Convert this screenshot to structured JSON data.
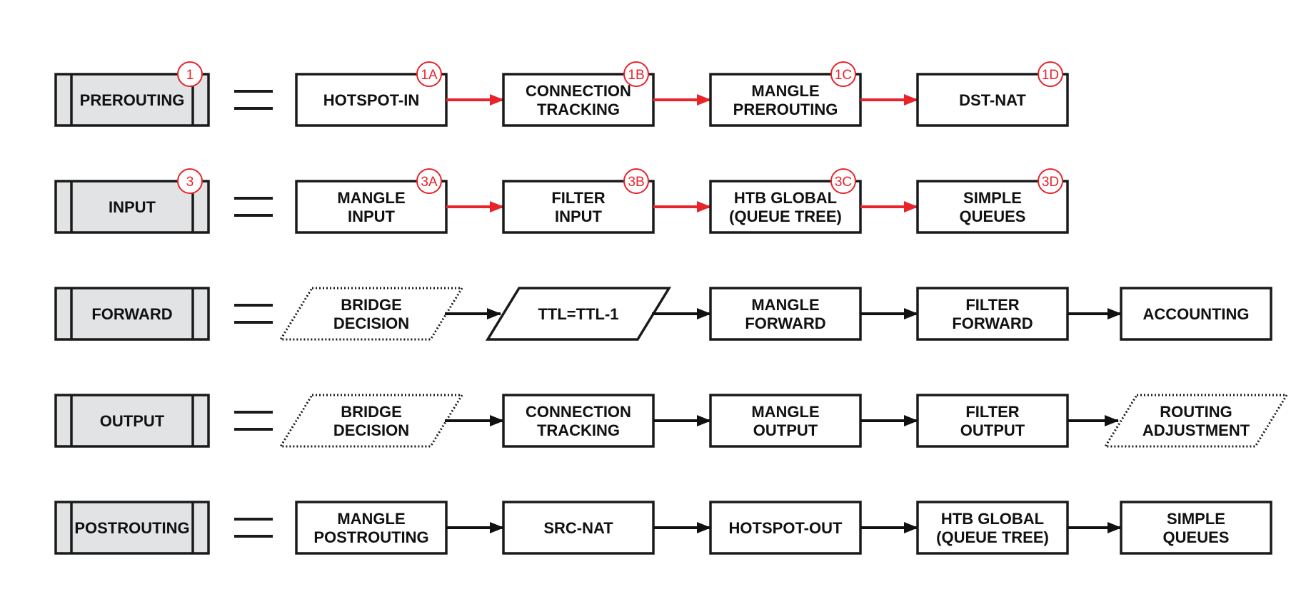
{
  "colors": {
    "stroke": "#1a1a1a",
    "chain_fill": "#e2e3e5",
    "accent": "#e8232a",
    "arrow_dark": "#111111"
  },
  "rows": [
    {
      "chain": {
        "label": "PREROUTING",
        "badge": "1"
      },
      "arrow_color": "accent",
      "steps": [
        {
          "shape": "rect",
          "lines": [
            "HOTSPOT-IN"
          ],
          "badge": "1A"
        },
        {
          "shape": "rect",
          "lines": [
            "CONNECTION",
            "TRACKING"
          ],
          "badge": "1B"
        },
        {
          "shape": "rect",
          "lines": [
            "MANGLE",
            "PREROUTING"
          ],
          "badge": "1C"
        },
        {
          "shape": "rect",
          "lines": [
            "DST-NAT"
          ],
          "badge": "1D"
        }
      ]
    },
    {
      "chain": {
        "label": "INPUT",
        "badge": "3"
      },
      "arrow_color": "accent",
      "steps": [
        {
          "shape": "rect",
          "lines": [
            "MANGLE",
            "INPUT"
          ],
          "badge": "3A"
        },
        {
          "shape": "rect",
          "lines": [
            "FILTER",
            "INPUT"
          ],
          "badge": "3B"
        },
        {
          "shape": "rect",
          "lines": [
            "HTB GLOBAL",
            "(QUEUE TREE)"
          ],
          "badge": "3C"
        },
        {
          "shape": "rect",
          "lines": [
            "SIMPLE",
            "QUEUES"
          ],
          "badge": "3D"
        }
      ]
    },
    {
      "chain": {
        "label": "FORWARD",
        "badge": ""
      },
      "arrow_color": "dark",
      "steps": [
        {
          "shape": "para-dotted",
          "lines": [
            "BRIDGE",
            "DECISION"
          ],
          "badge": ""
        },
        {
          "shape": "para",
          "lines": [
            "TTL=TTL-1"
          ],
          "badge": ""
        },
        {
          "shape": "rect",
          "lines": [
            "MANGLE",
            "FORWARD"
          ],
          "badge": ""
        },
        {
          "shape": "rect",
          "lines": [
            "FILTER",
            "FORWARD"
          ],
          "badge": ""
        },
        {
          "shape": "rect",
          "lines": [
            "ACCOUNTING"
          ],
          "badge": ""
        }
      ]
    },
    {
      "chain": {
        "label": "OUTPUT",
        "badge": ""
      },
      "arrow_color": "dark",
      "steps": [
        {
          "shape": "para-dotted",
          "lines": [
            "BRIDGE",
            "DECISION"
          ],
          "badge": ""
        },
        {
          "shape": "rect",
          "lines": [
            "CONNECTION",
            "TRACKING"
          ],
          "badge": ""
        },
        {
          "shape": "rect",
          "lines": [
            "MANGLE",
            "OUTPUT"
          ],
          "badge": ""
        },
        {
          "shape": "rect",
          "lines": [
            "FILTER",
            "OUTPUT"
          ],
          "badge": ""
        },
        {
          "shape": "para-dotted",
          "lines": [
            "ROUTING",
            "ADJUSTMENT"
          ],
          "badge": ""
        }
      ]
    },
    {
      "chain": {
        "label": "POSTROUTING",
        "badge": ""
      },
      "arrow_color": "dark",
      "steps": [
        {
          "shape": "rect",
          "lines": [
            "MANGLE",
            "POSTROUTING"
          ],
          "badge": ""
        },
        {
          "shape": "rect",
          "lines": [
            "SRC-NAT"
          ],
          "badge": ""
        },
        {
          "shape": "rect",
          "lines": [
            "HOTSPOT-OUT"
          ],
          "badge": ""
        },
        {
          "shape": "rect",
          "lines": [
            "HTB GLOBAL",
            "(QUEUE TREE)"
          ],
          "badge": ""
        },
        {
          "shape": "rect",
          "lines": [
            "SIMPLE",
            "QUEUES"
          ],
          "badge": ""
        }
      ]
    }
  ]
}
